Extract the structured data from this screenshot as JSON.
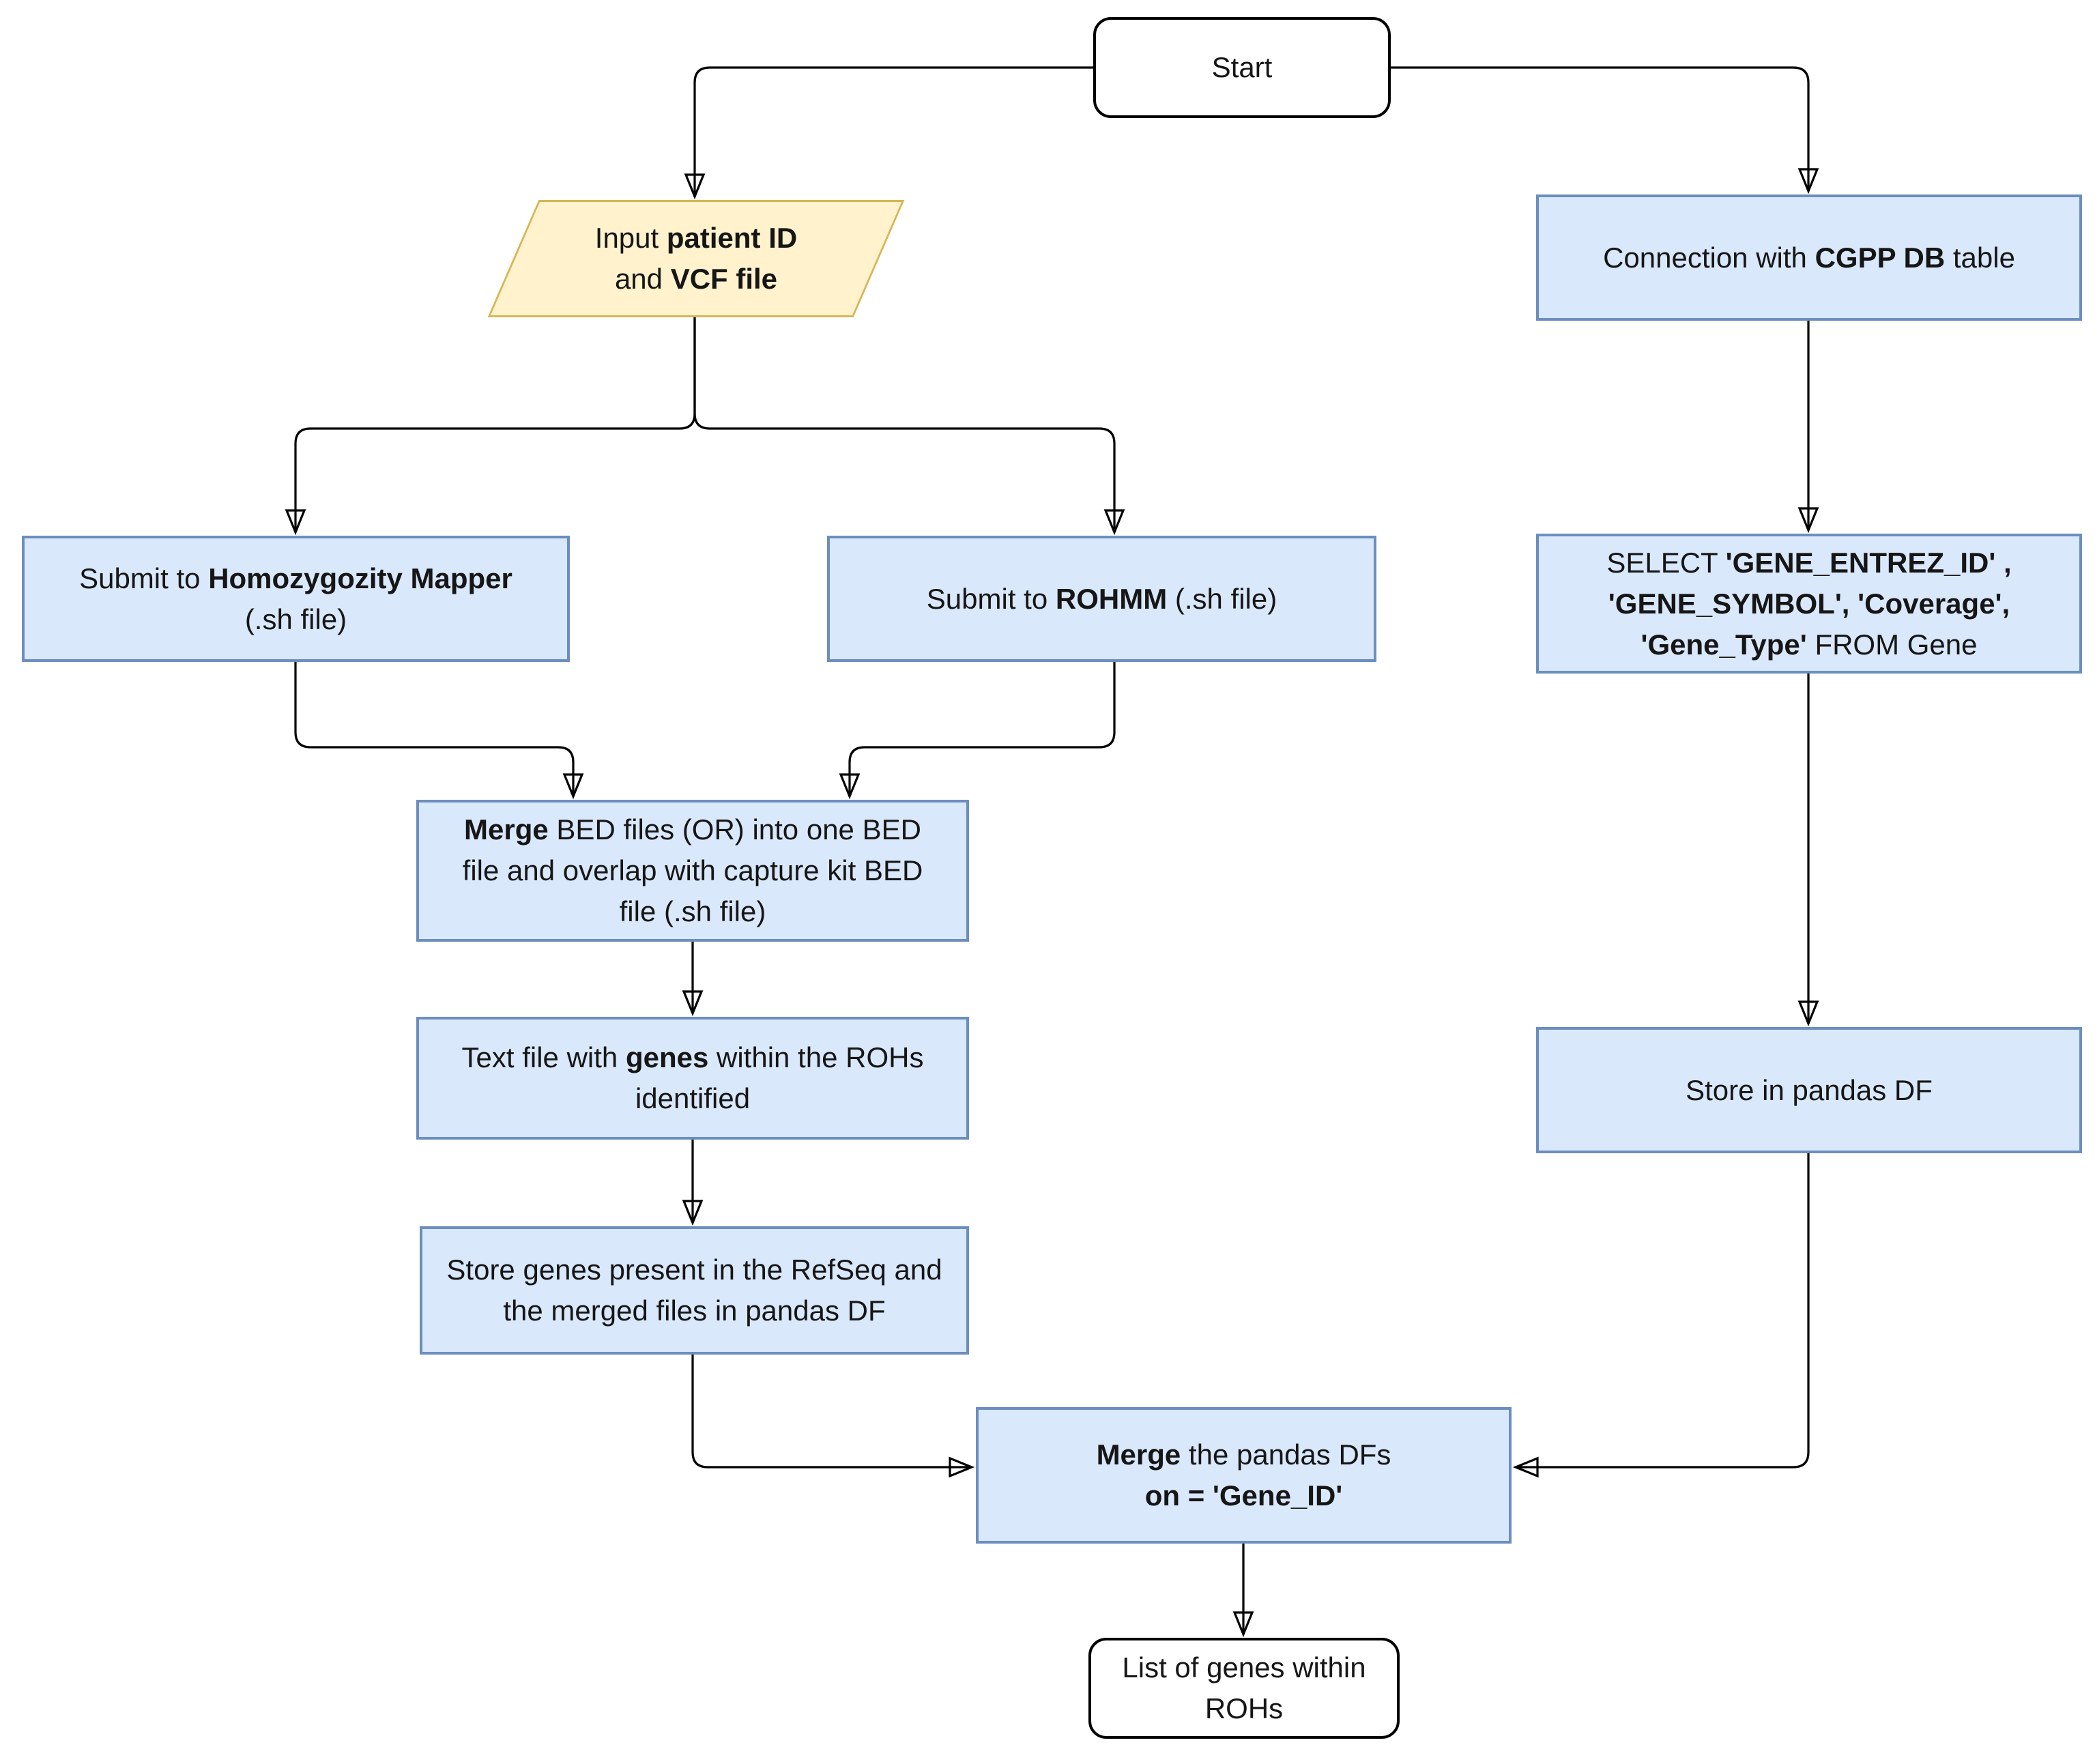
{
  "colors": {
    "process_fill": "#dae8fc",
    "process_border": "#6c8ebf",
    "io_fill": "#fff2cc",
    "io_border": "#d6b656",
    "terminal_fill": "#ffffff",
    "terminal_border": "#000000",
    "connector": "#000000",
    "text": "#161616"
  },
  "nodes": {
    "start": {
      "type": "terminator",
      "lines": [
        [
          {
            "t": "Start",
            "b": 0
          }
        ]
      ]
    },
    "input_file": {
      "type": "input-output",
      "lines": [
        [
          {
            "t": "Input ",
            "b": 0
          },
          {
            "t": "patient ID",
            "b": 1
          }
        ],
        [
          {
            "t": "and ",
            "b": 0
          },
          {
            "t": "VCF file",
            "b": 1
          }
        ]
      ]
    },
    "submit_hm": {
      "type": "process",
      "lines": [
        [
          {
            "t": "Submit to ",
            "b": 0
          },
          {
            "t": "Homozygozity Mapper",
            "b": 1
          }
        ],
        [
          {
            "t": "(.sh file)",
            "b": 0
          }
        ]
      ]
    },
    "submit_rohmm": {
      "type": "process",
      "lines": [
        [
          {
            "t": "Submit to ",
            "b": 0
          },
          {
            "t": "ROHMM",
            "b": 1
          },
          {
            "t": " (.sh file)",
            "b": 0
          }
        ]
      ]
    },
    "connection": {
      "type": "process",
      "lines": [
        [
          {
            "t": "Connection with ",
            "b": 0
          },
          {
            "t": "CGPP DB",
            "b": 1
          },
          {
            "t": " table",
            "b": 0
          }
        ]
      ]
    },
    "select_query": {
      "type": "process",
      "lines": [
        [
          {
            "t": "SELECT ",
            "b": 0
          },
          {
            "t": "'GENE_ENTREZ_ID' ,",
            "b": 1
          }
        ],
        [
          {
            "t": "'GENE_SYMBOL', 'Coverage',",
            "b": 1
          }
        ],
        [
          {
            "t": "'Gene_Type'",
            "b": 1
          },
          {
            "t": " FROM Gene",
            "b": 0
          }
        ]
      ]
    },
    "merge_bed": {
      "type": "process",
      "lines": [
        [
          {
            "t": "Merge",
            "b": 1
          },
          {
            "t": " BED files (OR) into one BED",
            "b": 0
          }
        ],
        [
          {
            "t": "file and overlap with capture kit BED",
            "b": 0
          }
        ],
        [
          {
            "t": "file (.sh file)",
            "b": 0
          }
        ]
      ]
    },
    "text_file": {
      "type": "process",
      "lines": [
        [
          {
            "t": "Text file with ",
            "b": 0
          },
          {
            "t": "genes",
            "b": 1
          },
          {
            "t": " within the ROHs",
            "b": 0
          }
        ],
        [
          {
            "t": "identified",
            "b": 0
          }
        ]
      ]
    },
    "store_genes": {
      "type": "process",
      "lines": [
        [
          {
            "t": "Store genes present in the RefSeq and",
            "b": 0
          }
        ],
        [
          {
            "t": "the merged files in pandas DF",
            "b": 0
          }
        ]
      ]
    },
    "store_pandas": {
      "type": "process",
      "lines": [
        [
          {
            "t": "Store in pandas DF",
            "b": 0
          }
        ]
      ]
    },
    "merge_dfs": {
      "type": "process",
      "lines": [
        [
          {
            "t": "Merge",
            "b": 1
          },
          {
            "t": " the pandas DFs",
            "b": 0
          }
        ],
        [
          {
            "t": "on = 'Gene_ID'",
            "b": 1
          }
        ]
      ]
    },
    "list_genes": {
      "type": "terminator",
      "lines": [
        [
          {
            "t": "List of genes within",
            "b": 0
          }
        ],
        [
          {
            "t": "ROHs",
            "b": 0
          }
        ]
      ]
    }
  }
}
